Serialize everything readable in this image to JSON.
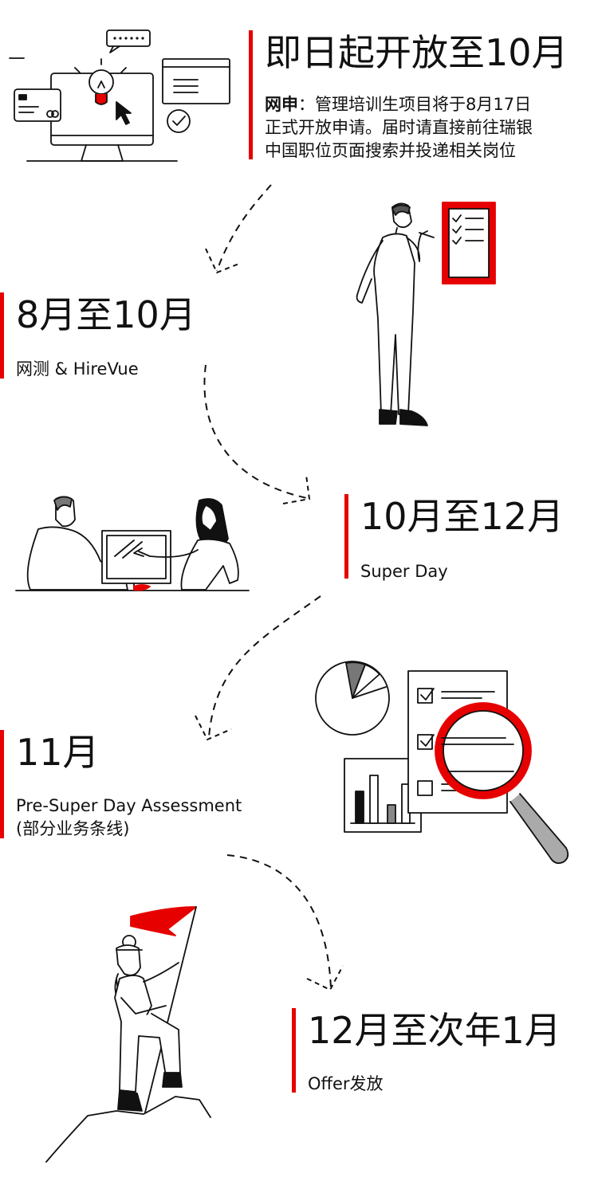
{
  "steps": [
    {
      "title": "即日起开放至10月",
      "label_bold": "网申",
      "sep": "：",
      "lines": [
        "管理培训生项目将于8月17日",
        "正式开放申请。届时请直接前往瑞银",
        "中国职位页面搜索并投递相关岗位"
      ]
    },
    {
      "title": "8月至10月",
      "subtitle": "网测 & HireVue"
    },
    {
      "title": "10月至12月",
      "subtitle": "Super Day"
    },
    {
      "title": "11月",
      "subtitle": "Pre-Super Day Assessment",
      "subtitle2": "(部分业务条线)"
    },
    {
      "title": "12月至次年1月",
      "subtitle": "Offer发放"
    }
  ],
  "colors": {
    "accent": "#e60000",
    "line": "#111111",
    "grey": "#8a8a8a"
  },
  "icons": [
    "computer-lightbulb-illustration",
    "thinking-man-checklist-illustration",
    "two-people-computer-illustration",
    "analysis-magnifier-illustration",
    "climber-flag-illustration"
  ]
}
